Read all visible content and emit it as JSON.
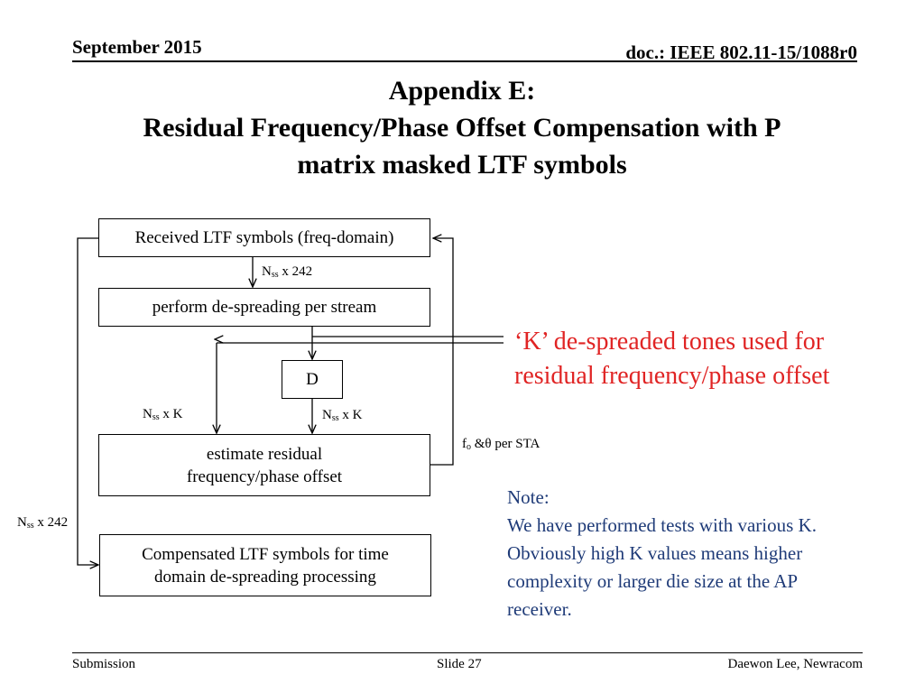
{
  "header": {
    "date": "September 2015",
    "doc_id": "doc.: IEEE 802.11-15/1088r0"
  },
  "title": {
    "line1": "Appendix E:",
    "line2": "Residual Frequency/Phase Offset Compensation with P",
    "line3": "matrix masked LTF symbols"
  },
  "diagram": {
    "boxes": {
      "received": "Received LTF symbols (freq-domain)",
      "despread": "perform de-spreading per stream",
      "delay": "D",
      "estimate_line1": "estimate residual",
      "estimate_line2": "frequency/phase offset",
      "compensated_line1": "Compensated LTF symbols for time",
      "compensated_line2": "domain de-spreading processing"
    },
    "labels": {
      "nss_242_top": {
        "n": "N",
        "sub": "ss",
        "rest": " x 242"
      },
      "nss_k_left": {
        "n": "N",
        "sub": "ss",
        "rest": " x K"
      },
      "nss_k_right": {
        "n": "N",
        "sub": "ss",
        "rest": " x K"
      },
      "fo_theta": {
        "n": "f",
        "sub": "o",
        "rest": " &θ per STA"
      },
      "nss_242_left": {
        "n": "N",
        "sub": "ss",
        "rest": " x 242"
      }
    }
  },
  "annotation": {
    "line1": "‘K’ de-spreaded tones used for",
    "line2": "residual frequency/phase offset"
  },
  "note": {
    "heading": "Note:",
    "lines": [
      "We have performed tests with various K.",
      "Obviously high K values means higher",
      "complexity or larger die size at the AP",
      "receiver."
    ]
  },
  "footer": {
    "left": "Submission",
    "center": "Slide 27",
    "right": "Daewon Lee, Newracom"
  },
  "colors": {
    "annotation": "#e02424",
    "note": "#1f3b78"
  }
}
